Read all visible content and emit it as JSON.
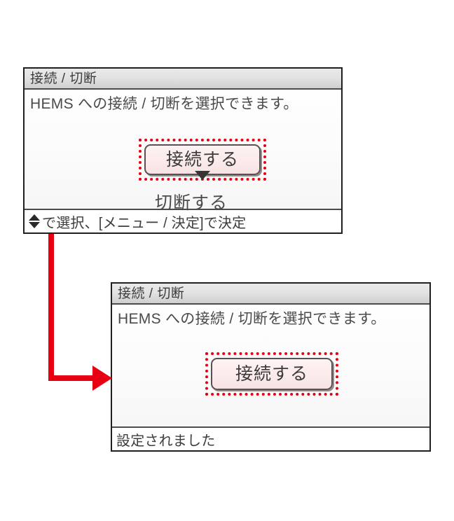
{
  "colors": {
    "highlight_red": "#e60012",
    "connector_red": "#e60012",
    "panel_border": "#231f20",
    "text_gray": "#3c3c3c"
  },
  "panel_one": {
    "header_title": "接続 / 切断",
    "description": "HEMS への接続 / 切断を選択できます。",
    "selected_option": "接続する",
    "other_option": "切断する",
    "footer_text": "で選択、[メニュー / 決定]で決定",
    "scroll_indicator": "down-caret"
  },
  "panel_two": {
    "header_title": "接続 / 切断",
    "description": "HEMS への接続 / 切断を選択できます。",
    "selected_option": "接続する",
    "footer_text": "設定されました"
  },
  "connector": {
    "name": "red-flow-arrow",
    "direction": "down-then-right"
  }
}
